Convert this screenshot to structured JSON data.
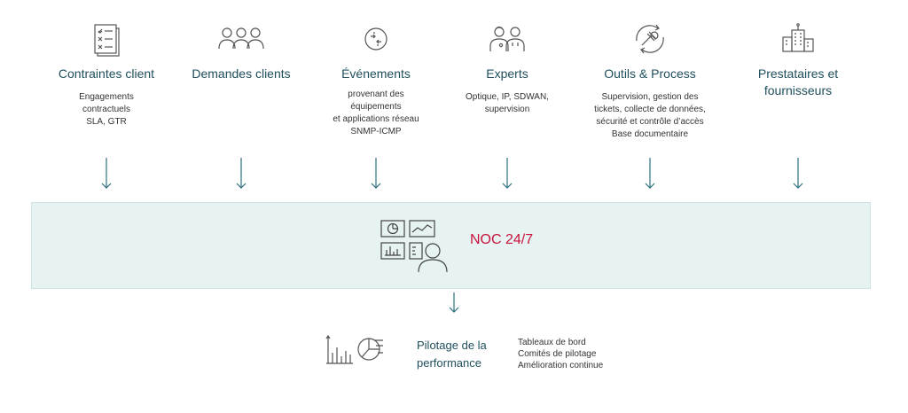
{
  "columns": [
    {
      "icon": "checklist-icon",
      "title": [
        "Contraintes client"
      ],
      "desc": [
        "Engagements",
        "contractuels",
        "SLA, GTR"
      ]
    },
    {
      "icon": "people-group-icon",
      "title": [
        "Demandes clients"
      ],
      "desc": []
    },
    {
      "icon": "network-node-icon",
      "title": [
        "Événements"
      ],
      "desc": [
        "provenant des",
        "équipements",
        "et applications réseau",
        "SNMP-ICMP"
      ]
    },
    {
      "icon": "experts-icon",
      "title": [
        "Experts"
      ],
      "desc": [
        "Optique, IP, SDWAN,",
        "supervision"
      ]
    },
    {
      "icon": "tools-gear-icon",
      "title": [
        "Outils & Process"
      ],
      "desc": [
        "Supervision, gestion des",
        "tickets, collecte de données,",
        "sécurité et contrôle d’accès",
        "Base documentaire"
      ]
    },
    {
      "icon": "buildings-icon",
      "title": [
        "Prestataires et",
        "fournisseurs"
      ],
      "desc": []
    }
  ],
  "center": {
    "label": "NOC 24/7",
    "icon": "dashboard-operator-icon"
  },
  "output": {
    "icon": "charts-icon",
    "title": [
      "Pilotage de la",
      "performance"
    ],
    "items": [
      "Tableaux de bord",
      "Comités de pilotage",
      "Amélioration continue"
    ]
  },
  "colors": {
    "accent": "#c8143c",
    "title": "#1f4f5c",
    "band": "#e7f2f2",
    "arrow": "#2a6f7f"
  }
}
